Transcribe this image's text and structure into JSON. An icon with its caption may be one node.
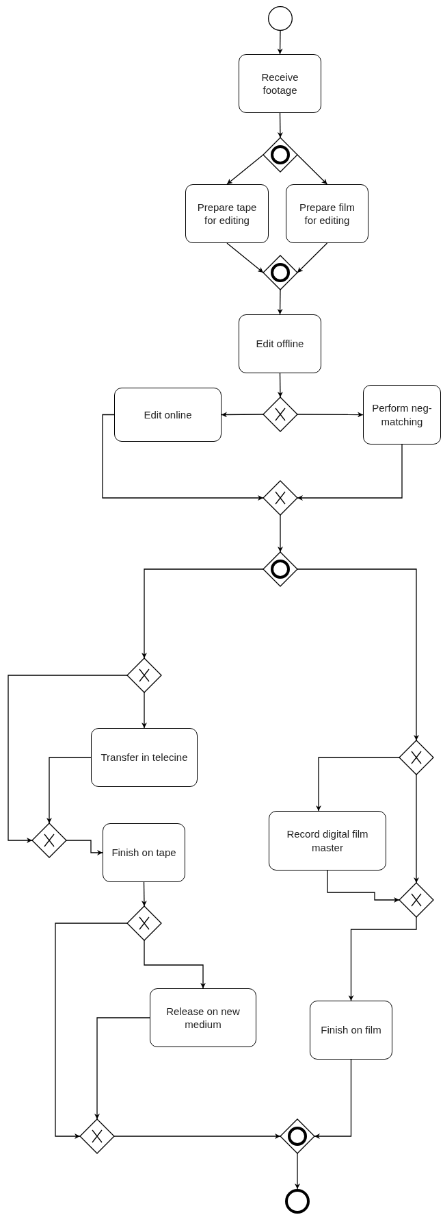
{
  "diagram": {
    "nodes": [
      {
        "text": [],
        "shape": "circle"
      },
      {
        "text": [
          "Receive footage"
        ]
      },
      {
        "text": [],
        "shape": "diamond"
      },
      {
        "text": [
          "Prepare tape for editing"
        ]
      },
      {
        "text": [
          "Prepare film for editing"
        ]
      },
      {
        "text": [],
        "shape": "diamond"
      },
      {
        "text": [
          "Edit offline"
        ]
      },
      {
        "text": [],
        "shape": "diamond"
      },
      {
        "text": [
          "Edit online"
        ]
      },
      {
        "text": [
          "Perform neg-matching"
        ]
      },
      {
        "text": [],
        "shape": "diamond"
      },
      {
        "text": [],
        "shape": "diamond"
      },
      {
        "text": [],
        "shape": "diamond"
      },
      {
        "text": [
          "Transfer in telecine"
        ]
      },
      {
        "text": [],
        "shape": "diamond"
      },
      {
        "text": [
          "Finish on tape"
        ]
      },
      {
        "text": [],
        "shape": "diamond"
      },
      {
        "text": [
          "Release on new medium"
        ]
      },
      {
        "text": [],
        "shape": "diamond"
      },
      {
        "text": [
          "Record digital film master"
        ]
      },
      {
        "text": [],
        "shape": "diamond"
      },
      {
        "text": [
          "Finish on film"
        ]
      },
      {
        "text": [],
        "shape": "diamond"
      },
      {
        "text": [],
        "shape": "diamond"
      },
      {
        "text": [],
        "shape": "circle"
      }
    ],
    "edges": [
      {
        "from": 0,
        "to": 1,
        "arrow": "to"
      },
      {
        "from": 1,
        "to": 2,
        "arrow": "to"
      },
      {
        "from": 2,
        "to": 3,
        "arrow": "to"
      },
      {
        "from": 2,
        "to": 4,
        "arrow": "to"
      },
      {
        "from": 3,
        "to": 5,
        "arrow": "to"
      },
      {
        "from": 4,
        "to": 5,
        "arrow": "to"
      },
      {
        "from": 5,
        "to": 6,
        "arrow": "to"
      },
      {
        "from": 6,
        "to": 7,
        "arrow": "to"
      },
      {
        "from": 7,
        "to": 8,
        "arrow": "to"
      },
      {
        "from": 7,
        "to": 9,
        "arrow": "to"
      },
      {
        "from": 8,
        "to": 10,
        "arrow": "to"
      },
      {
        "from": 9,
        "to": 10,
        "arrow": "to"
      },
      {
        "from": 10,
        "to": 11,
        "arrow": "to"
      },
      {
        "from": 11,
        "to": 12,
        "arrow": "to"
      },
      {
        "from": 11,
        "to": 18,
        "arrow": "to"
      },
      {
        "from": 12,
        "to": 13,
        "arrow": "to"
      },
      {
        "from": 12,
        "to": 14,
        "arrow": "to"
      },
      {
        "from": 13,
        "to": 14,
        "arrow": "to"
      },
      {
        "from": 14,
        "to": 15,
        "arrow": "to"
      },
      {
        "from": 15,
        "to": 16,
        "arrow": "to"
      },
      {
        "from": 16,
        "to": 17,
        "arrow": "to"
      },
      {
        "from": 16,
        "to": 22,
        "arrow": "to"
      },
      {
        "from": 17,
        "to": 22,
        "arrow": "to"
      },
      {
        "from": 18,
        "to": 19,
        "arrow": "to"
      },
      {
        "from": 18,
        "to": 20,
        "arrow": "to"
      },
      {
        "from": 19,
        "to": 20,
        "arrow": "to"
      },
      {
        "from": 20,
        "to": 21,
        "arrow": "to"
      },
      {
        "from": 21,
        "to": 23,
        "arrow": "to"
      },
      {
        "from": 22,
        "to": 23,
        "arrow": "to"
      },
      {
        "from": 23,
        "to": 24,
        "arrow": "to"
      }
    ]
  }
}
